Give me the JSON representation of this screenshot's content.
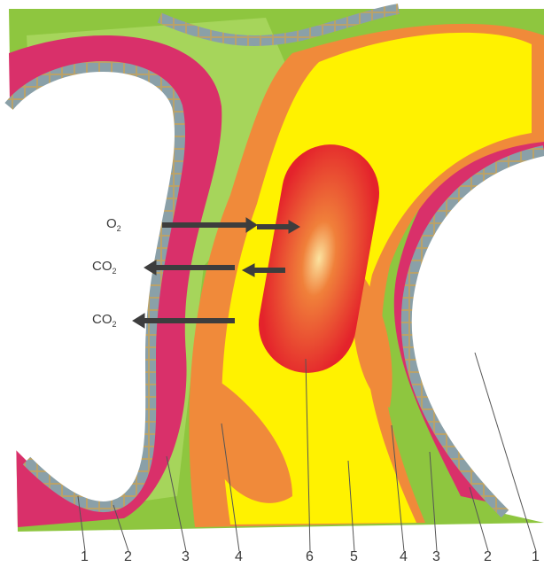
{
  "gases": [
    {
      "base": "O",
      "sub": "2"
    },
    {
      "base": "CO",
      "sub": "2"
    },
    {
      "base": "CO",
      "sub": "2"
    }
  ],
  "bottom_labels": [
    "1",
    "2",
    "3",
    "4",
    "6",
    "5",
    "4",
    "3",
    "2",
    "1"
  ],
  "colors": {
    "plasma": "#fff200",
    "erythrocyte": "#e8322c",
    "endothelium": "#f08a3a",
    "interstitium": "#8ec63f",
    "alveolar_epithelium": "#d9306a",
    "membrane_cells": "#b9a26a",
    "arrow": "#3d3d3d"
  }
}
